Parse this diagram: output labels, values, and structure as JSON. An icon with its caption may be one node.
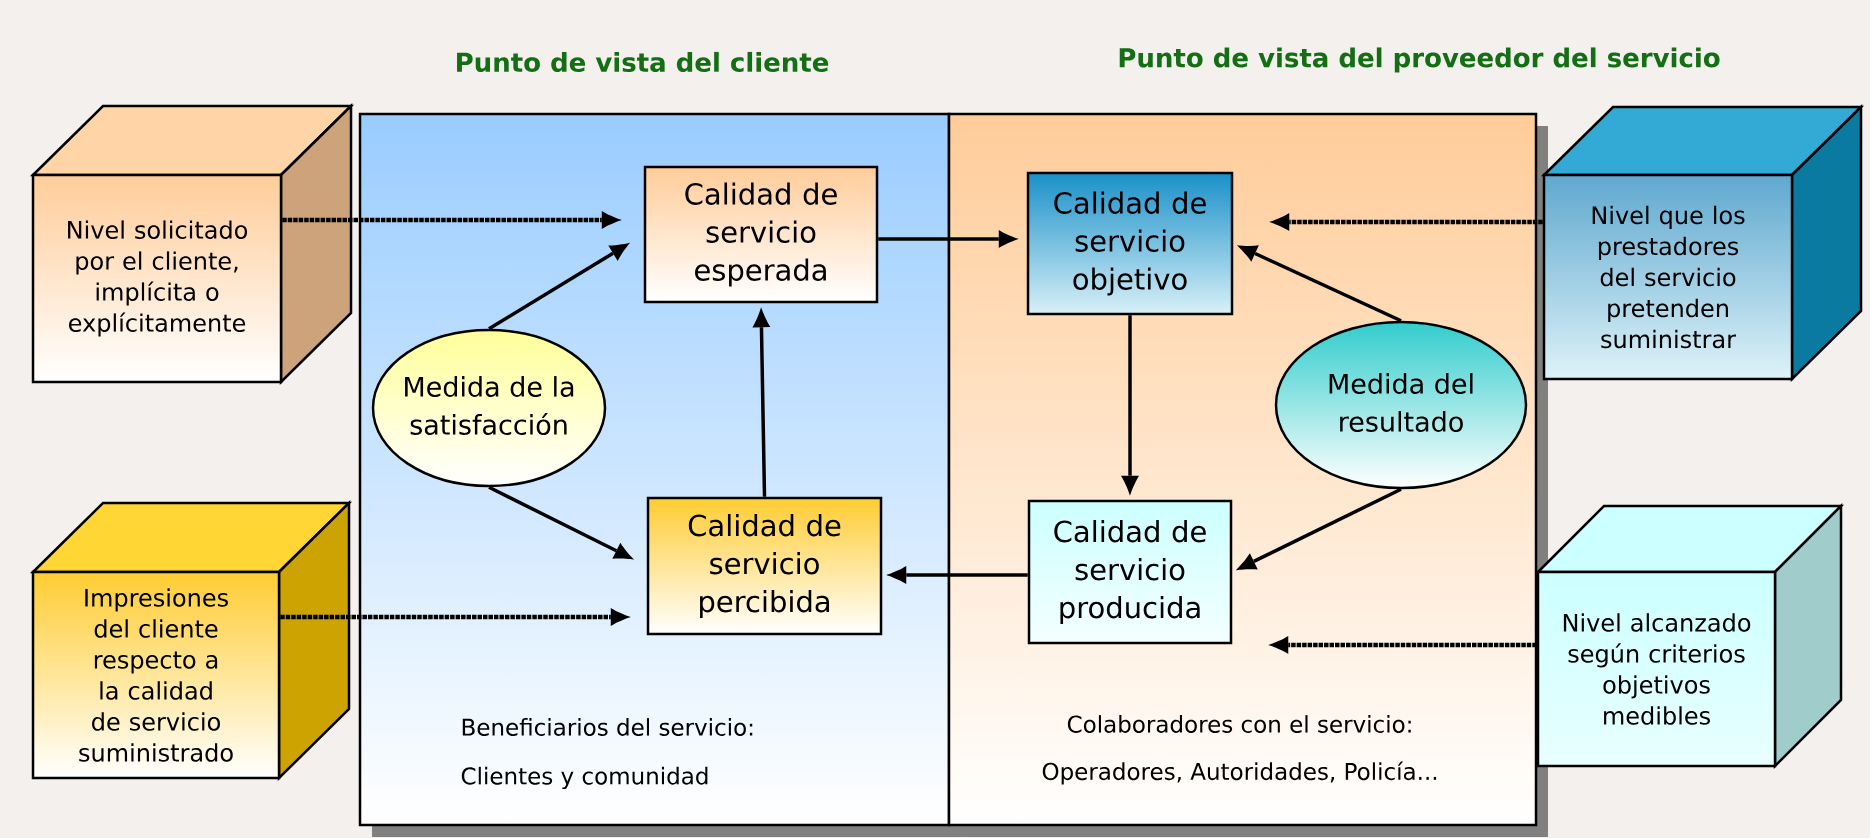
{
  "diagram": {
    "nodes": [
      {
        "text": [
          "Punto de vista del cliente",
          "Beneficiarios del servicio:",
          "Clientes y comunidad"
        ]
      },
      {
        "text": [
          "Punto de vista del proveedor del servicio",
          "Colaboradores con el servicio:",
          "Operadores, Autoridades, Policía..."
        ]
      },
      {
        "text": [
          "Nivel solicitado por el cliente, implícita o explícitamente"
        ]
      },
      {
        "text": [
          "Impresiones del cliente respecto a la calidad de servicio suministrado"
        ]
      },
      {
        "text": [
          "Calidad de servicio esperada"
        ],
        "in": 0
      },
      {
        "text": [
          "Medida de la satisfacción"
        ],
        "in": 0
      },
      {
        "text": [
          "Calidad de servicio percibida"
        ],
        "in": 0
      },
      {
        "text": [
          "Calidad de servicio objetivo"
        ],
        "in": 1
      },
      {
        "text": [
          "Medida del resultado"
        ],
        "in": 1
      },
      {
        "text": [
          "Calidad de servicio producida"
        ],
        "in": 1
      },
      {
        "text": [
          "Nivel que los prestadores del servicio pretenden suministrar"
        ]
      },
      {
        "text": [
          "Nivel alcanzado según criterios objetivos medibles"
        ]
      }
    ],
    "edges": [
      {
        "from": 2,
        "to": 4,
        "arrow": "to",
        "style": "dashed"
      },
      {
        "from": 3,
        "to": 6,
        "arrow": "to",
        "style": "dashed"
      },
      {
        "from": 10,
        "to": 7,
        "arrow": "to",
        "style": "dashed"
      },
      {
        "from": 11,
        "to": 9,
        "arrow": "to",
        "style": "dashed"
      },
      {
        "from": 4,
        "to": 7,
        "arrow": "to"
      },
      {
        "from": 5,
        "to": 4,
        "arrow": "to"
      },
      {
        "from": 5,
        "to": 6,
        "arrow": "to"
      },
      {
        "from": 6,
        "to": 4,
        "arrow": "to"
      },
      {
        "from": 9,
        "to": 6,
        "arrow": "to"
      },
      {
        "from": 7,
        "to": 9,
        "arrow": "to"
      },
      {
        "from": 8,
        "to": 7,
        "arrow": "to"
      },
      {
        "from": 8,
        "to": 9,
        "arrow": "to"
      }
    ]
  }
}
